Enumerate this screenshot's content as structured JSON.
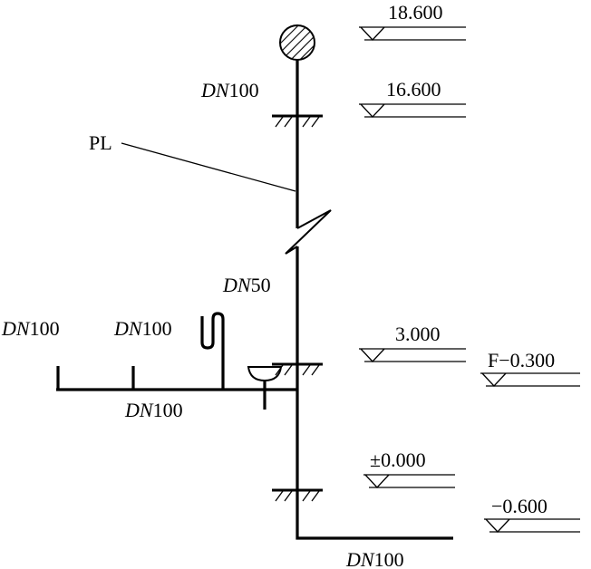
{
  "elevations": {
    "roof_top": "18.600",
    "roof": "16.600",
    "floor_1": "3.000",
    "floor_1_finish": "F−0.300",
    "ground": "±0.000",
    "outdoor": "−0.600"
  },
  "pipe_labels": {
    "riser_upper": {
      "prefix": "DN",
      "size": "100"
    },
    "riser_middle": {
      "prefix": "DN",
      "size": "50"
    },
    "branch_left_end": {
      "prefix": "DN",
      "size": "100"
    },
    "branch_vent": {
      "prefix": "DN",
      "size": "100"
    },
    "branch_bottom": {
      "prefix": "DN",
      "size": "100"
    },
    "outlet": {
      "prefix": "DN",
      "size": "100"
    }
  },
  "pipe_id": "PL"
}
